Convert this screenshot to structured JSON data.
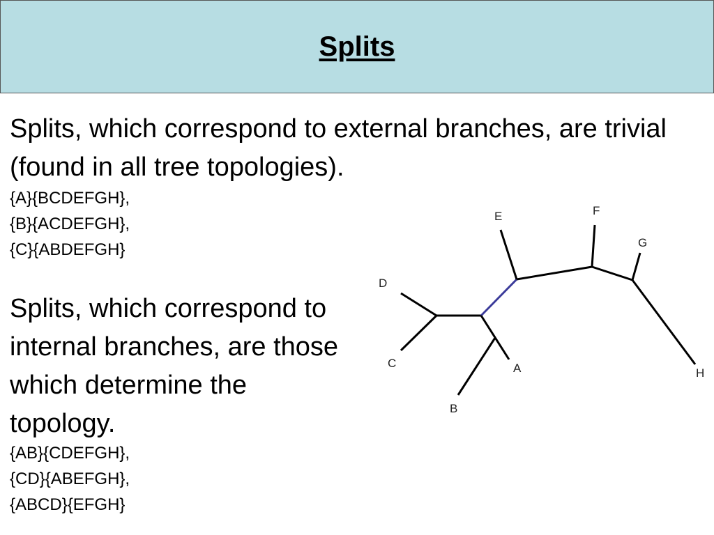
{
  "title": "Splits",
  "paragraph1": "Splits, which correspond to external branches, are trivial (found in all tree topologies).",
  "trivial_splits": [
    "{A}{BCDEFGH},",
    "{B}{ACDEFGH},",
    "{C}{ABDEFGH}"
  ],
  "paragraph2": "Splits, which correspond to internal branches, are those which determine the topology.",
  "nontrivial_splits": [
    "{AB}{CDEFGH},",
    "{CD}{ABEFGH},",
    "{ABCD}{EFGH}"
  ],
  "tree": {
    "leaves": [
      "A",
      "B",
      "C",
      "D",
      "E",
      "F",
      "G",
      "H"
    ],
    "highlight_color": "#3b3b9a",
    "branch_color": "#000000"
  }
}
